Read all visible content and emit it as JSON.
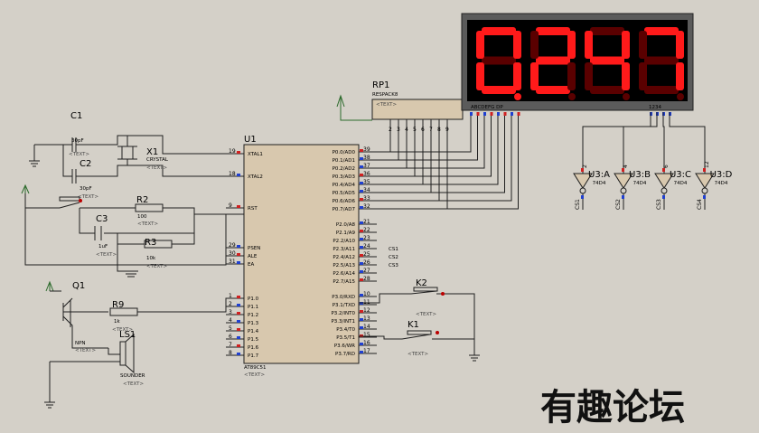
{
  "components": {
    "c1": {
      "ref": "C1",
      "value": "30pF",
      "text": "<TEXT>"
    },
    "c2": {
      "ref": "C2",
      "value": "30pF",
      "text": "<TEXT>"
    },
    "x1": {
      "ref": "X1",
      "value": "CRYSTAL",
      "text": "<TEXT>"
    },
    "c3": {
      "ref": "C3",
      "value": "1uF",
      "text": "<TEXT>"
    },
    "r2": {
      "ref": "R2",
      "value": "100",
      "text": "<TEXT>"
    },
    "r3": {
      "ref": "R3",
      "value": "10k",
      "text": "<TEXT>"
    },
    "q1": {
      "ref": "Q1",
      "value": "NPN",
      "text": "<TEXT>"
    },
    "r9": {
      "ref": "R9",
      "value": "1k",
      "text": "<TEXT>"
    },
    "ls1": {
      "ref": "LS1",
      "value": "SOUNDER",
      "text": "<TEXT>"
    },
    "u1": {
      "ref": "U1",
      "value": "AT89C51",
      "text": "<TEXT>"
    },
    "rp1": {
      "ref": "RP1",
      "value": "RESPACK8",
      "text": "<TEXT>"
    },
    "k1": {
      "ref": "K1",
      "text": "<TEXT>"
    },
    "k2": {
      "ref": "K2",
      "text": "<TEXT>"
    },
    "display": {
      "digits": "0.247",
      "segments": "ABCDEFG  DP",
      "commons": "1234"
    }
  },
  "u1_left_pins": [
    {
      "num": "19",
      "name": "XTAL1"
    },
    {
      "num": "18",
      "name": "XTAL2"
    },
    {
      "num": "9",
      "name": "RST"
    },
    {
      "num": "29",
      "name": "PSEN"
    },
    {
      "num": "30",
      "name": "ALE"
    },
    {
      "num": "31",
      "name": "EA"
    },
    {
      "num": "1",
      "name": "P1.0"
    },
    {
      "num": "2",
      "name": "P1.1"
    },
    {
      "num": "3",
      "name": "P1.2"
    },
    {
      "num": "4",
      "name": "P1.3"
    },
    {
      "num": "5",
      "name": "P1.4"
    },
    {
      "num": "6",
      "name": "P1.5"
    },
    {
      "num": "7",
      "name": "P1.6"
    },
    {
      "num": "8",
      "name": "P1.7"
    }
  ],
  "u1_right_pins": [
    {
      "num": "39",
      "name": "P0.0/AD0"
    },
    {
      "num": "38",
      "name": "P0.1/AD1"
    },
    {
      "num": "37",
      "name": "P0.2/AD2"
    },
    {
      "num": "36",
      "name": "P0.3/AD3"
    },
    {
      "num": "35",
      "name": "P0.4/AD4"
    },
    {
      "num": "34",
      "name": "P0.5/AD5"
    },
    {
      "num": "33",
      "name": "P0.6/AD6"
    },
    {
      "num": "32",
      "name": "P0.7/AD7"
    },
    {
      "num": "21",
      "name": "P2.0/A8"
    },
    {
      "num": "22",
      "name": "P2.1/A9"
    },
    {
      "num": "23",
      "name": "P2.2/A10"
    },
    {
      "num": "24",
      "name": "P2.3/A11"
    },
    {
      "num": "25",
      "name": "P2.4/A12"
    },
    {
      "num": "26",
      "name": "P2.5/A13"
    },
    {
      "num": "27",
      "name": "P2.6/A14"
    },
    {
      "num": "28",
      "name": "P2.7/A15"
    },
    {
      "num": "10",
      "name": "P3.0/RXD"
    },
    {
      "num": "11",
      "name": "P3.1/TXD"
    },
    {
      "num": "12",
      "name": "P3.2/INT0"
    },
    {
      "num": "13",
      "name": "P3.3/INT1"
    },
    {
      "num": "14",
      "name": "P3.4/T0"
    },
    {
      "num": "15",
      "name": "P3.5/T1"
    },
    {
      "num": "16",
      "name": "P3.6/WR"
    },
    {
      "num": "17",
      "name": "P3.7/RD"
    }
  ],
  "cs_labels": [
    "CS1",
    "CS2",
    "CS3"
  ],
  "u3_gates": [
    {
      "ref": "U3:A",
      "pin_in": "2",
      "pin_out": "1",
      "net": "CS1"
    },
    {
      "ref": "U3:B",
      "pin_in": "4",
      "pin_out": "3",
      "net": "CS2"
    },
    {
      "ref": "U3:C",
      "pin_in": "6",
      "pin_out": "5",
      "net": "CS3"
    },
    {
      "ref": "U3:D",
      "pin_in": "12",
      "pin_out": "13",
      "net": "CS4"
    }
  ],
  "u3_part": "74D4",
  "watermark": "有趣论坛"
}
